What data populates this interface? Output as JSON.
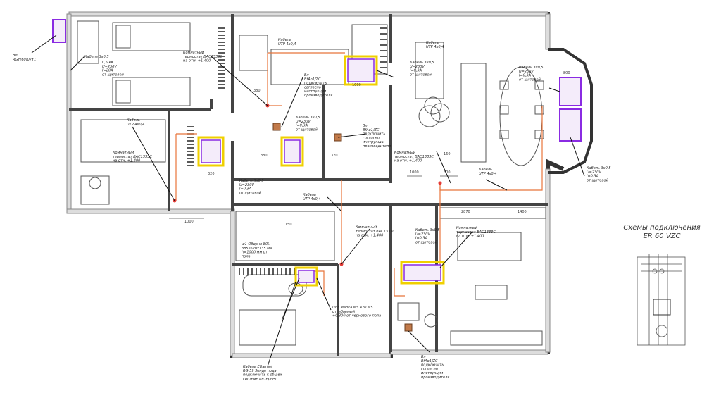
{
  "schema": {
    "title_line1": "Схемы подключения",
    "title_line2": "ER 60 VZC"
  },
  "labels": {
    "cable_top_left": "Кабель 3х0,5",
    "cable_top_left_spec": "0,5 кв\nU=230V\nI=20A\nот щитовой",
    "thermostat_1": "Комнатный\nтермостат BAC1ЗЗЗС\nна отм. +1,400",
    "thermostat_2": "Комнатный\nтермостат BAC1ЗЗЗС\nна отм. +1,400",
    "thermostat_3": "Комнатный\nтермостат BAC1ЗЗЗС\nна отм. +1,400",
    "thermostat_4": "Комнатный\nтермостат BAC1ЗЗЗС\nна отм. +1,400",
    "thermostat_5": "Комнатный\nтермостат BAC1ЗЗЗС\nна отм. +1,400",
    "cable_utp_1": "Кабель\nUTP 4х0,4",
    "cable_utp_2": "Кабель\nUTP 4х0,4",
    "cable_utp_3": "Кабель\nUTP 4х0,4",
    "cable_utp_4": "Кабель\nUTP 4х0,4",
    "cable_utp_5": "Кабель\nUTP 4х0,4",
    "valve_1": "Вл\nBfАо1/ZС\nподключить\nсогласно\nинструкции\nпроизводителя",
    "valve_2": "Вл\nBfАо1/ZС\nподключить\nсогласно\nинструкции\nпроизводителя",
    "valve_3": "Вл\nBfАо1/ZС\nподключить\nсогласно\nинструкции\nпроизводителя",
    "cable_3x05_a": "Кабель 3х0,5\nU=230V\nI=0,3A\nот щитовой",
    "cable_3x05_b": "Кабель 3х0,5\nU=230V\nI=0,3A\nот щитовой",
    "cable_3x05_c": "Кабель 3х0,5\nU=230V\nI=0,3A\nот щитовой",
    "cable_3x05_d": "Кабель 3х0,5\nU=230V\nI=0,3A\nот щитовой",
    "cable_3x05_e": "Кабель 3х0,5\nU=230V\nI=0,3A\nот щитовой",
    "cable_3x05_f": "Кабель 3х0,5\nU=230V\nI=0,3A\nот щитовой",
    "ethernet": "Кабель Ethernet\nRG-59 Зонде пода\nподключить к общей\nсистеме интернет",
    "bottom_mid": "Пол Марка MS 470 MS\nотгибаемый\n+0,300 от чернового пола",
    "bath_note": "ш1 Обдано 80L\n385х620х135 мм\nh=1000 мм от\nпола",
    "top_left_box": "Вл\nRGY(60)07Y1"
  },
  "dimensions": [
    "1000",
    "1000",
    "1000",
    "800",
    "600",
    "380",
    "380",
    "320",
    "320",
    "160",
    "150",
    "1400",
    "2870"
  ]
}
